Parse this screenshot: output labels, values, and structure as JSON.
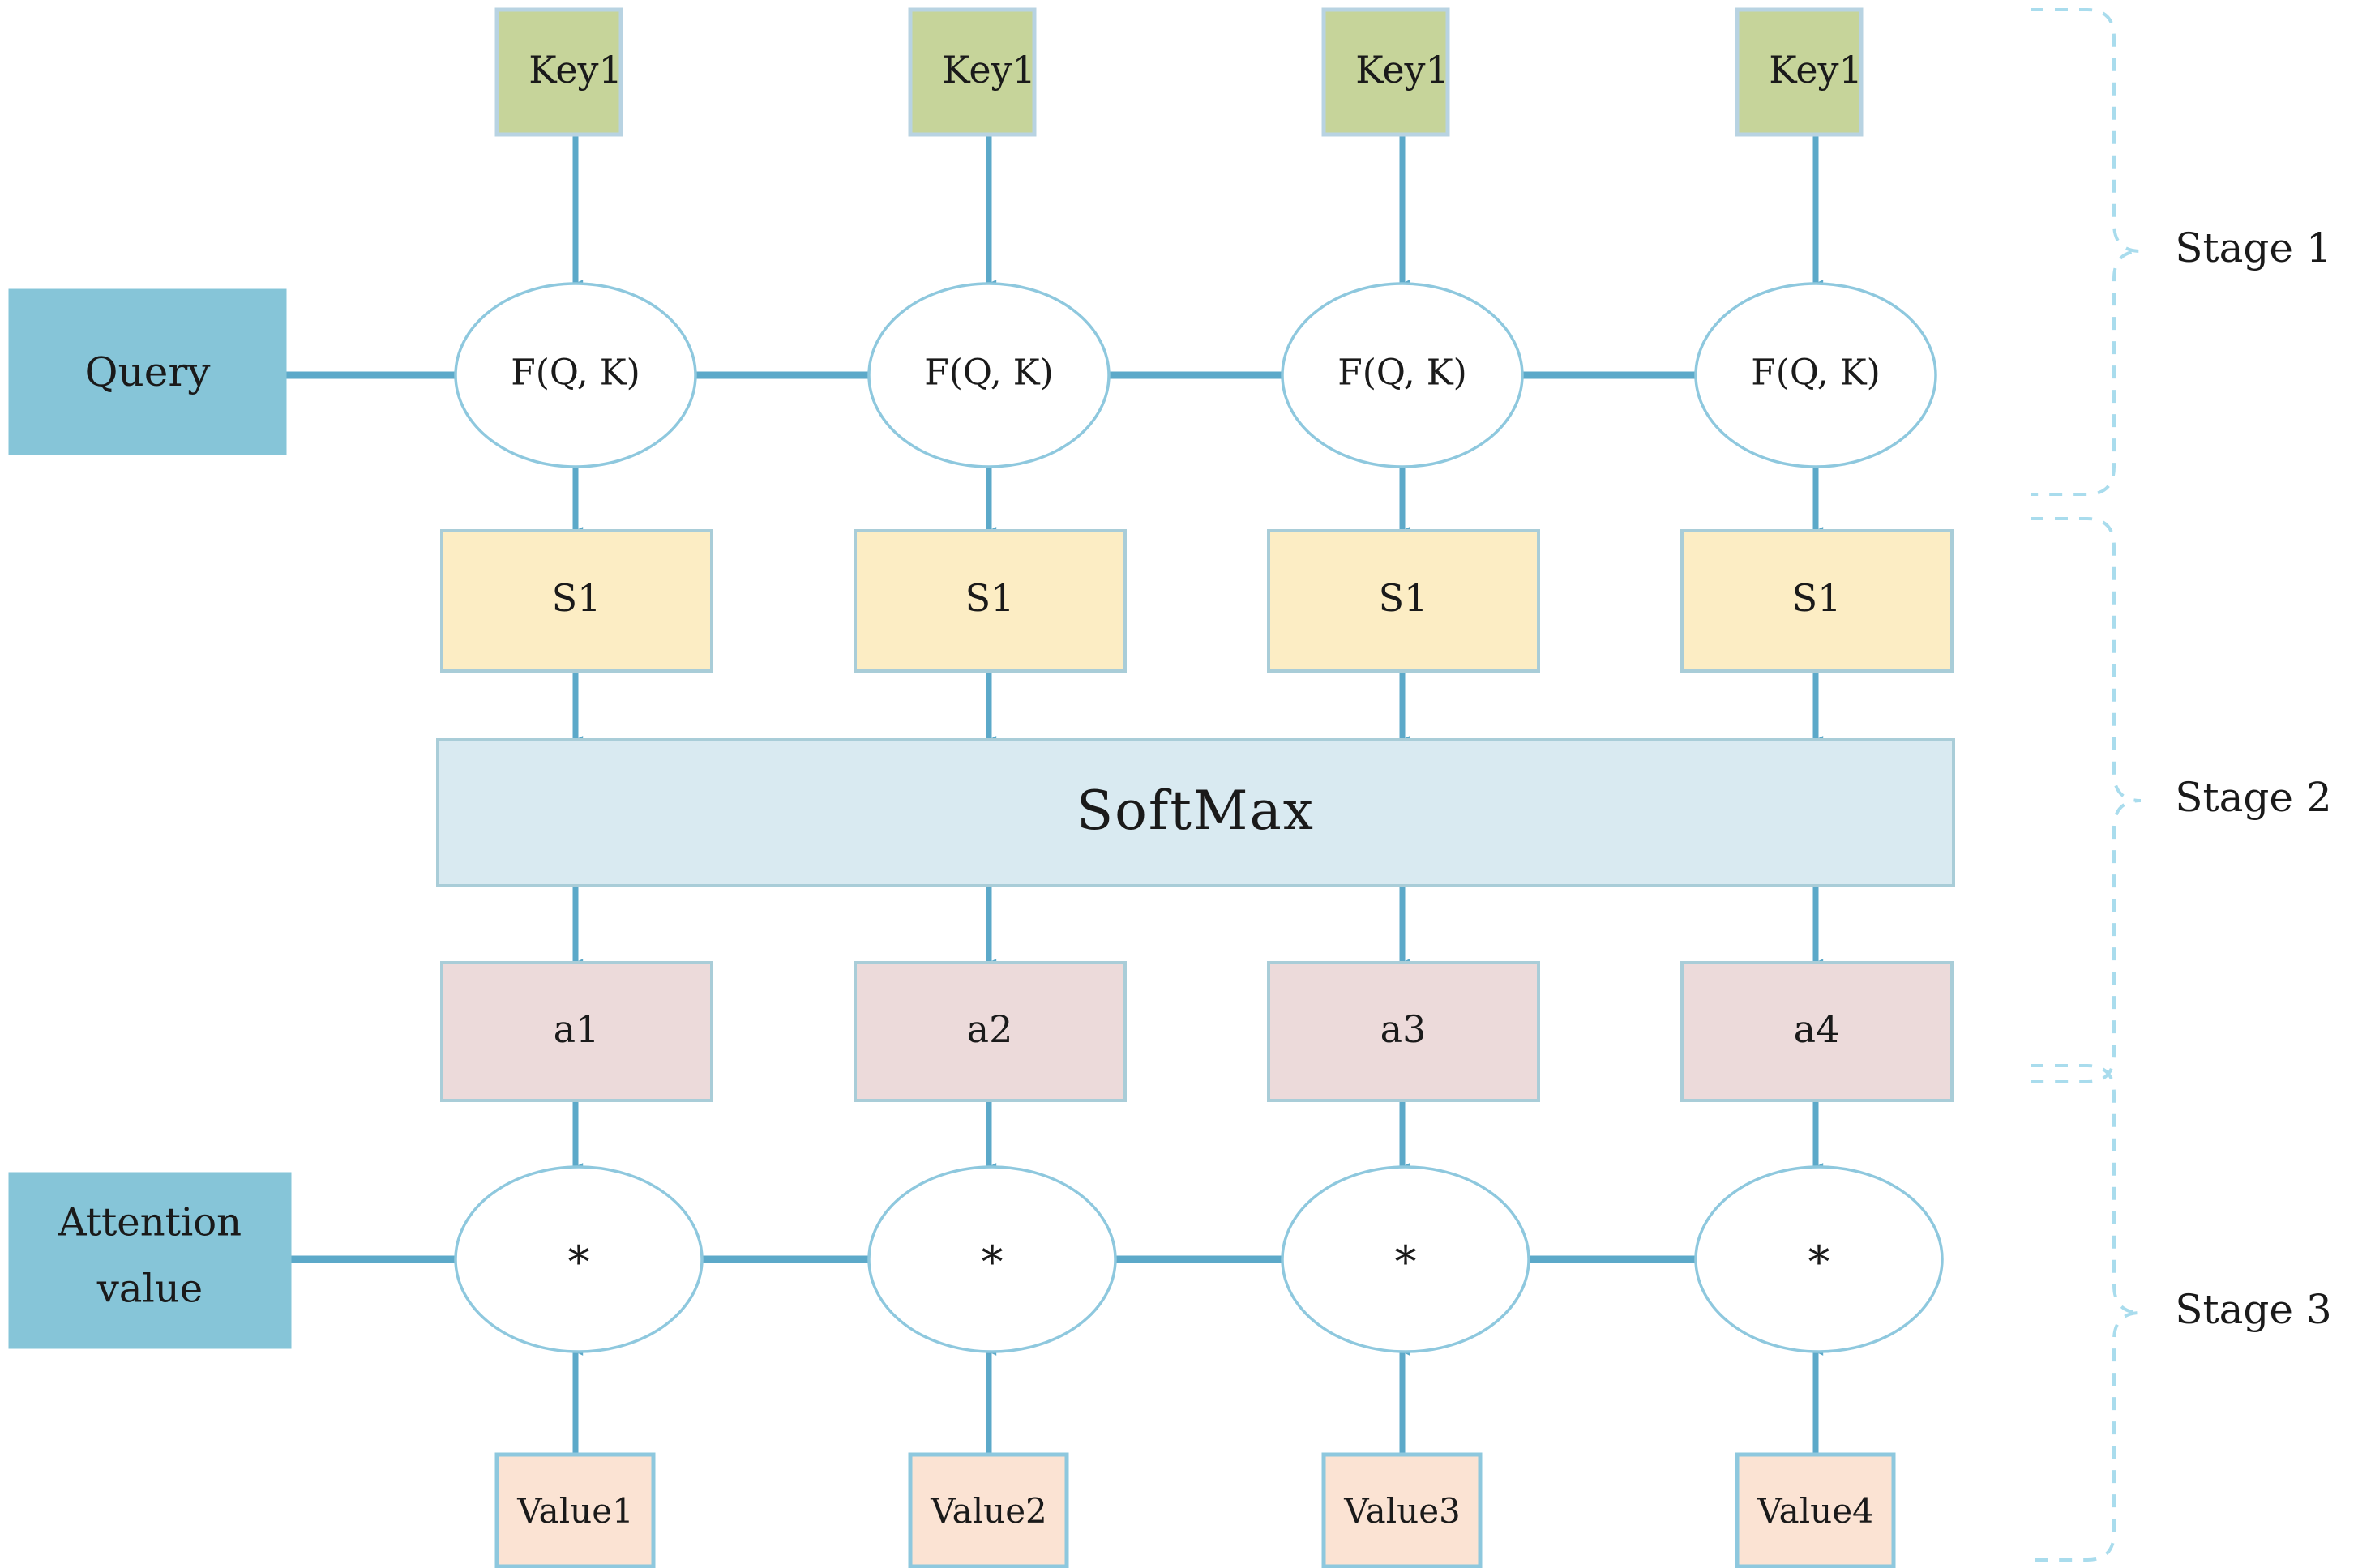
{
  "diagram": {
    "title": "Attention Mechanism Three-Stage Computation",
    "colors": {
      "key_fill": "#c6d49a",
      "key_stroke": "#a9c5d8",
      "query_fill": "#86c5d8",
      "query_stroke": "#86c5d8",
      "score_fill": "#fcedc4",
      "score_stroke": "#a9cdd8",
      "softmax_fill": "#d9eaf1",
      "softmax_stroke": "#a9cdd8",
      "weight_fill": "#ecdada",
      "weight_stroke": "#a9cdd8",
      "value_fill": "#fbe3d3",
      "value_stroke": "#8ec8de",
      "attention_fill": "#86c5d8",
      "ellipse_fill": "#ffffff",
      "ellipse_stroke": "#8ec8de",
      "connector": "#5ca9c9",
      "brace": "#a9dced",
      "text": "#1a1a1a"
    },
    "inputs": {
      "query_label": "Query",
      "keys": [
        {
          "label": "Key1"
        },
        {
          "label": "Key1"
        },
        {
          "label": "Key1"
        },
        {
          "label": "Key1"
        }
      ],
      "values": [
        {
          "label": "Value1"
        },
        {
          "label": "Value2"
        },
        {
          "label": "Value3"
        },
        {
          "label": "Value4"
        }
      ]
    },
    "stage1": {
      "similarity_nodes": [
        {
          "label": "F(Q, K)"
        },
        {
          "label": "F(Q, K)"
        },
        {
          "label": "F(Q, K)"
        },
        {
          "label": "F(Q, K)"
        }
      ]
    },
    "stage2": {
      "scores": [
        {
          "label": "S1"
        },
        {
          "label": "S1"
        },
        {
          "label": "S1"
        },
        {
          "label": "S1"
        }
      ],
      "softmax_label": "SoftMax",
      "weights": [
        {
          "label": "a1"
        },
        {
          "label": "a2"
        },
        {
          "label": "a3"
        },
        {
          "label": "a4"
        }
      ]
    },
    "stage3": {
      "multiply_nodes": [
        {
          "label": "*"
        },
        {
          "label": "*"
        },
        {
          "label": "*"
        },
        {
          "label": "*"
        }
      ],
      "output_label_line1": "Attention",
      "output_label_line2": "value"
    },
    "stage_braces": [
      {
        "label": "Stage 1"
      },
      {
        "label": "Stage 2"
      },
      {
        "label": "Stage 3"
      }
    ]
  }
}
